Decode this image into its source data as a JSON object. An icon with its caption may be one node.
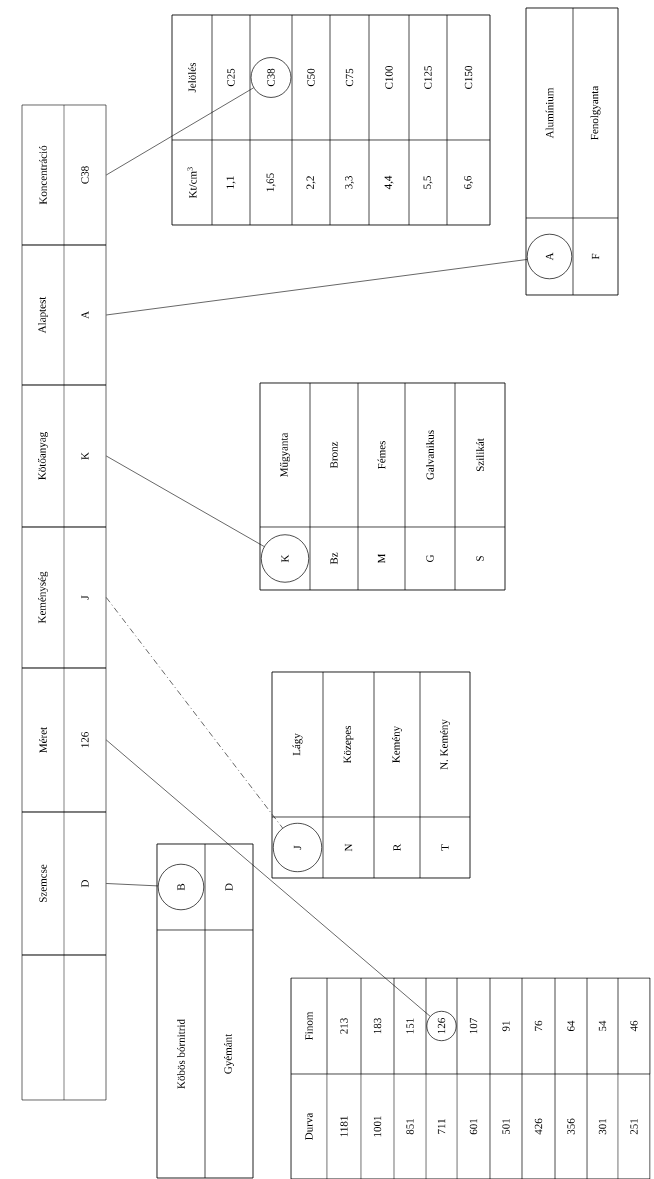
{
  "diagram": {
    "nodes": [
      {
        "text": [],
        "shape": "box"
      },
      {
        "text": [
          "Szemcse",
          "D"
        ]
      },
      {
        "text": [
          "Méret",
          "126"
        ]
      },
      {
        "text": [
          "Keménység",
          "J"
        ]
      },
      {
        "text": [
          "Kötőanyag",
          "K"
        ]
      },
      {
        "text": [
          "Alaptest",
          "A"
        ]
      },
      {
        "text": [
          "Koncentráció",
          "C38"
        ]
      },
      {
        "text": [
          "Köbös bórnitrid",
          "Gyémánt",
          "D"
        ]
      },
      {
        "text": [
          "B"
        ],
        "in": 7
      },
      {
        "text": [
          "Durva",
          "Finom",
          "1181",
          "213",
          "1001",
          "183",
          "851",
          "151",
          "711",
          "601",
          "107",
          "501",
          "91",
          "426",
          "76",
          "356",
          "64",
          "301",
          "54",
          "251",
          "46"
        ]
      },
      {
        "text": [
          "126"
        ],
        "in": 9
      },
      {
        "text": [
          "Lágy",
          "N",
          "Közepes",
          "R",
          "Kemény",
          "T",
          "N. Kemény"
        ]
      },
      {
        "text": [
          "J"
        ],
        "in": 11
      },
      {
        "text": [
          "Műgyanta",
          "Bz",
          "Bronz",
          "M",
          "Fémes",
          "G",
          "Galvanikus",
          "S",
          "Szilikát"
        ]
      },
      {
        "text": [
          "K"
        ],
        "in": 13
      },
      {
        "text": [
          "Alumínium",
          "F",
          "Fenolgyanta"
        ]
      },
      {
        "text": [
          "A"
        ],
        "in": 15
      },
      {
        "text": [
          "Kt/cm$^{3}$",
          "Jelölés",
          "1,1",
          "C25",
          "1,65",
          "2,2",
          "C50",
          "3,3",
          "C75",
          "4,4",
          "C100",
          "5,5",
          "C125",
          "6,6",
          "C150"
        ]
      },
      {
        "text": [
          "C38"
        ],
        "in": 17
      }
    ],
    "edges": [
      {
        "from": 1,
        "to": 8,
        "arrow": "none"
      },
      {
        "from": 2,
        "to": 10,
        "arrow": "none"
      },
      {
        "from": 3,
        "to": 12,
        "arrow": "none",
        "style": "dashed"
      },
      {
        "from": 4,
        "to": 14,
        "arrow": "none"
      },
      {
        "from": 5,
        "to": 16,
        "arrow": "none"
      },
      {
        "from": 6,
        "to": 18,
        "arrow": "none"
      }
    ]
  }
}
